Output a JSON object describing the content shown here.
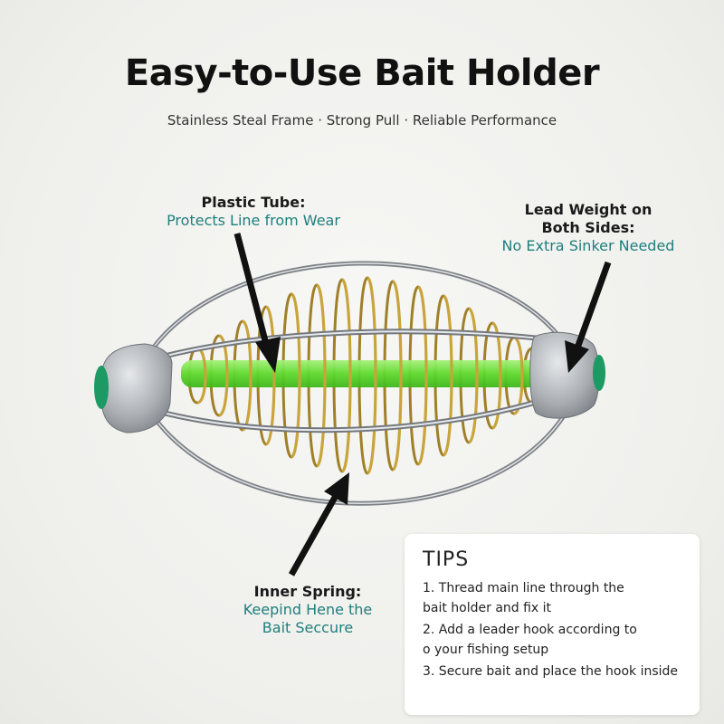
{
  "title": "Easy-to-Use Bait Holder",
  "subtitle": "Stainless Steal Frame · Strong Pull · Reliable Performance",
  "callouts": {
    "plastic_tube": {
      "heading": "Plastic Tube:",
      "sub": "Protects Line from Wear"
    },
    "lead_weight": {
      "heading_line1": "Lead Weight on",
      "heading_line2": "Both Sides:",
      "sub": "No Extra Sinker Needed"
    },
    "inner_spring": {
      "heading": "Inner Spring:",
      "sub_line1": "Keepind Hene the",
      "sub_line2": "Bait Seccure"
    }
  },
  "tips": {
    "title": "TIPS",
    "lines": [
      "1. Thread main line through the",
      "bait holder and fix it",
      "2. Add a leader hook according to",
      "o your fishing setup",
      "3. Secure bait and place the hook inside"
    ]
  },
  "colors": {
    "spring": "#c8a43a",
    "tube": "#6ee23a",
    "frame": "#9a9ea3",
    "lead": "#b8bcc0",
    "accent_text": "#1d7f7c",
    "end_bead": "#1d9a63"
  },
  "icons": [
    "arrow-icon"
  ]
}
